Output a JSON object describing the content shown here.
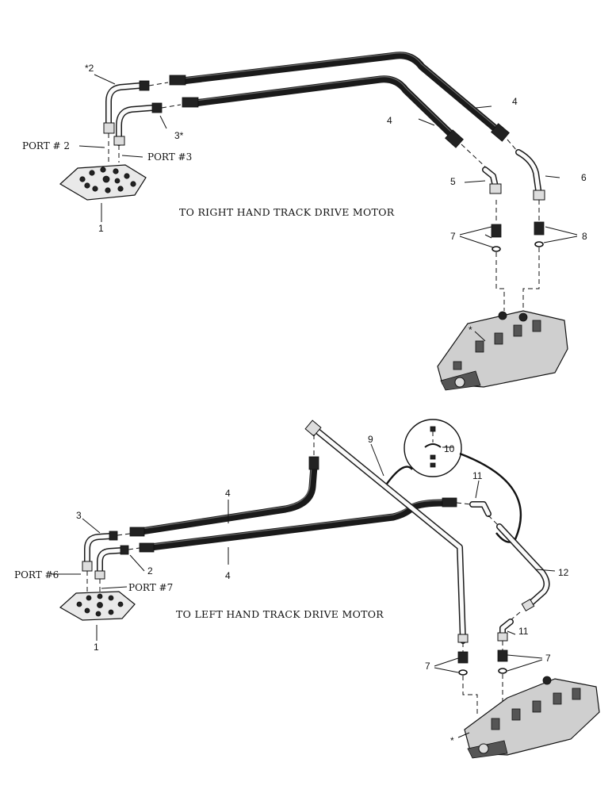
{
  "top_section": {
    "caption": "TO RIGHT HAND TRACK DRIVE MOTOR",
    "port_labels": [
      "PORT # 2",
      "PORT #3"
    ],
    "callouts": [
      "*2",
      "3*",
      "4",
      "4",
      "5",
      "6",
      "7",
      "8",
      "1",
      "*"
    ]
  },
  "bottom_section": {
    "caption": "TO LEFT HAND TRACK DRIVE MOTOR",
    "port_labels": [
      "PORT #6",
      "PORT #7"
    ],
    "callouts": [
      "3",
      "2",
      "4",
      "4",
      "9",
      "10",
      "11",
      "11",
      "12",
      "7",
      "7",
      "1",
      "*"
    ]
  }
}
